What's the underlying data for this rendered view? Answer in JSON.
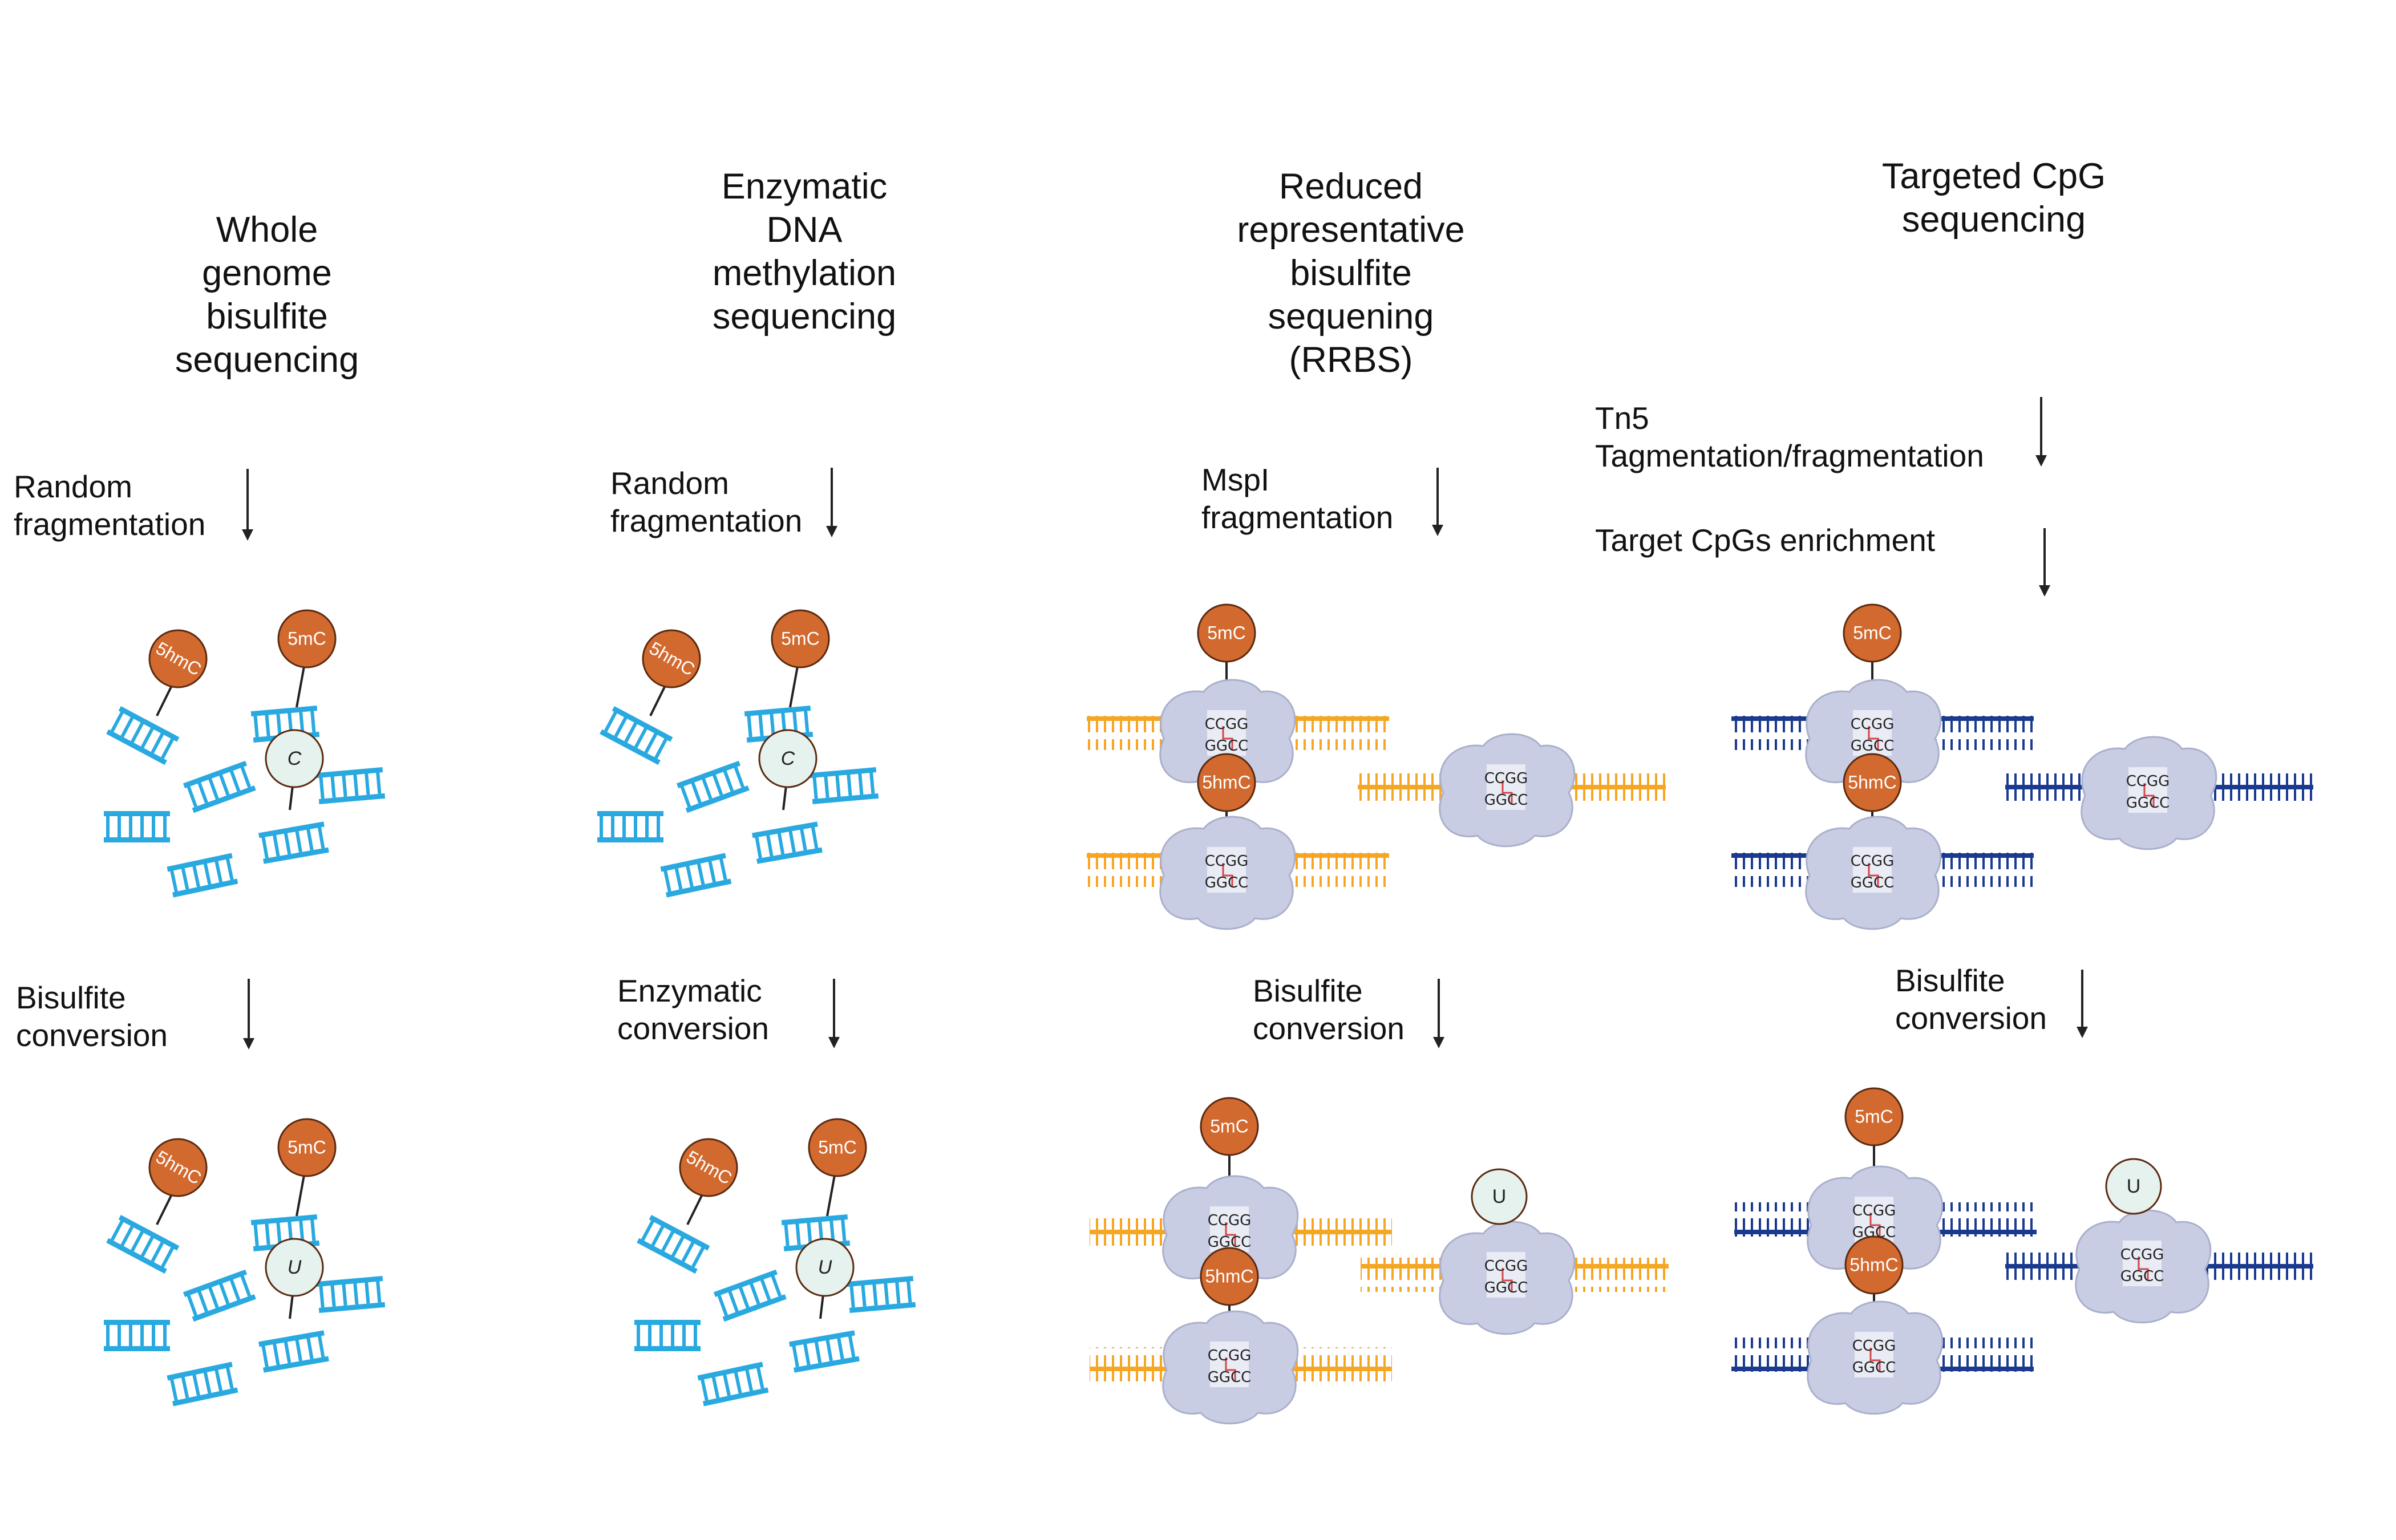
{
  "columns": [
    {
      "title": [
        "Whole",
        "genome",
        "bisulfite",
        "sequencing"
      ],
      "step1": [
        "Random",
        "fragmentation"
      ],
      "step2": [
        "Bisulfite",
        "conversion"
      ]
    },
    {
      "title": [
        "Enzymatic",
        "DNA",
        "methylation",
        "sequencing"
      ],
      "step1": [
        "Random",
        "fragmentation"
      ],
      "step2": [
        "Enzymatic",
        "conversion"
      ]
    },
    {
      "title": [
        "Reduced",
        "representative",
        "bisulfite",
        "sequening",
        "(RRBS)"
      ],
      "step1": [
        "MspI",
        "fragmentation"
      ],
      "step2": [
        "Bisulfite",
        "conversion"
      ]
    },
    {
      "title": [
        "Targeted CpG",
        "sequencing"
      ],
      "step1": [
        "Tn5",
        "Tagmentation/fragmentation"
      ],
      "step1b": [
        "Target CpGs enrichment"
      ],
      "step2": [
        "Bisulfite",
        "conversion"
      ]
    }
  ],
  "labels": {
    "five_mc": "5mC",
    "five_hmc": "5hmC",
    "cytosine": "C",
    "uracil": "U",
    "seq_top": "CCGG",
    "seq_bottom": "GGCC"
  },
  "colors": {
    "fragment_blue": "#29a9e0",
    "rrbs_orange": "#f5a623",
    "targeted_navy": "#1a3a8f",
    "methyl_ball": "#d2692e",
    "enzyme_fill": "#c9cde3",
    "base_circle": "#e6f2ee",
    "cut_mark": "#d64545"
  }
}
